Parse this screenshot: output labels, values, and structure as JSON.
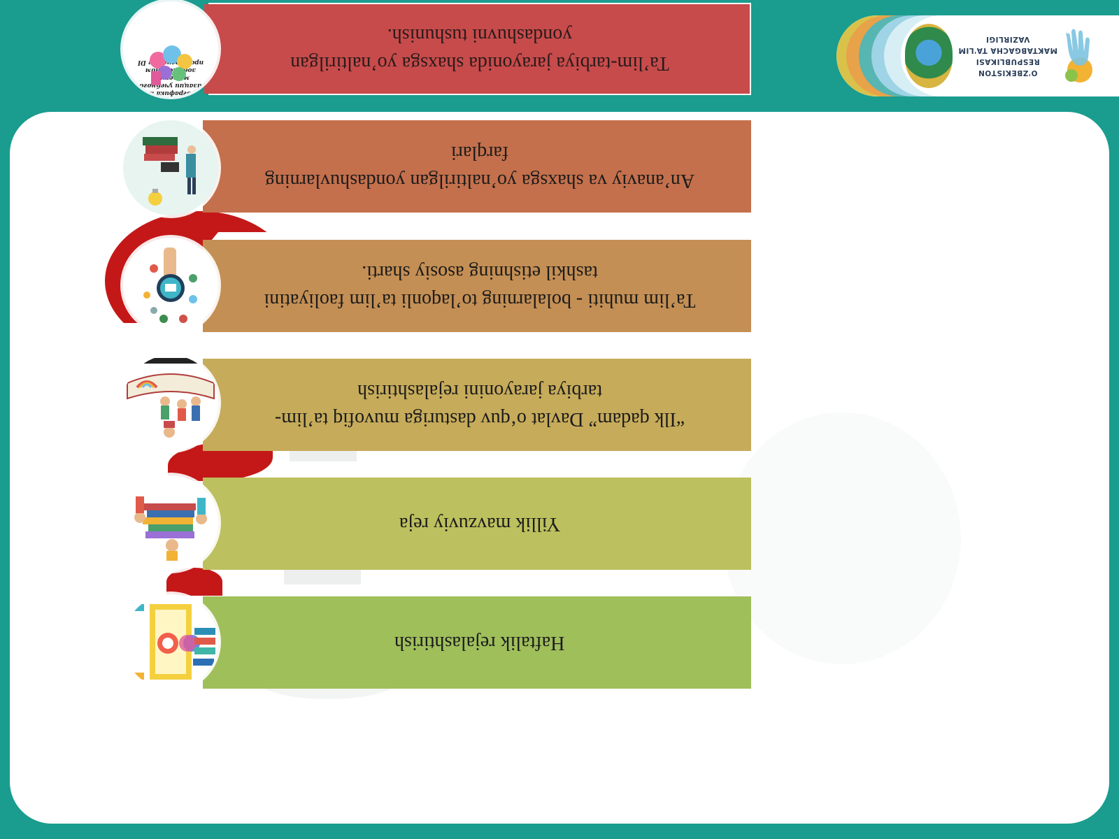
{
  "header": {
    "ministry_lines": [
      "O'ZBEKISTON RESPUBLIKASI",
      "MAKTABGACHA TA'LIM",
      "VAZIRLIGI"
    ],
    "info_circle_caption": [
      "инфографика как с",
      "изации учебного материал",
      "зовательном пространстве DI"
    ]
  },
  "steps": [
    {
      "text": "Ta’lim-tarbiya jarayonida shaxsga yo’naltirilgan yondashuvni tushunish.",
      "color": "#c74b4b",
      "icon": "infographic-people-icon"
    },
    {
      "text": "An’anaviy va shaxsga yo’naltirilgan yondashuvlarning farqlari",
      "color": "#c4704c",
      "icon": "teacher-books-icon"
    },
    {
      "text": "Ta’lim muhiti - bolalarning to’laqonli ta’lim faoliyatini tashkil etishning asosiy sharti.",
      "color": "#c48f54",
      "icon": "digital-learning-icon"
    },
    {
      "text": "“Ilk qadam” Davlat o‘quv dasturiga muvofiq ta’lim-tarbiya jarayonini rejalashtirish",
      "color": "#c6ab5a",
      "icon": "children-book-icon"
    },
    {
      "text": "Yillik mavzuviy reja",
      "color": "#bcc05e",
      "icon": "kids-books-icon"
    },
    {
      "text": "Haftalik rejalashtirish",
      "color": "#9fbf5b",
      "icon": "weekly-plan-icon"
    }
  ],
  "colors": {
    "background": "#1a9c8e",
    "panel": "#ffffff",
    "accent_red": "#c41818"
  }
}
